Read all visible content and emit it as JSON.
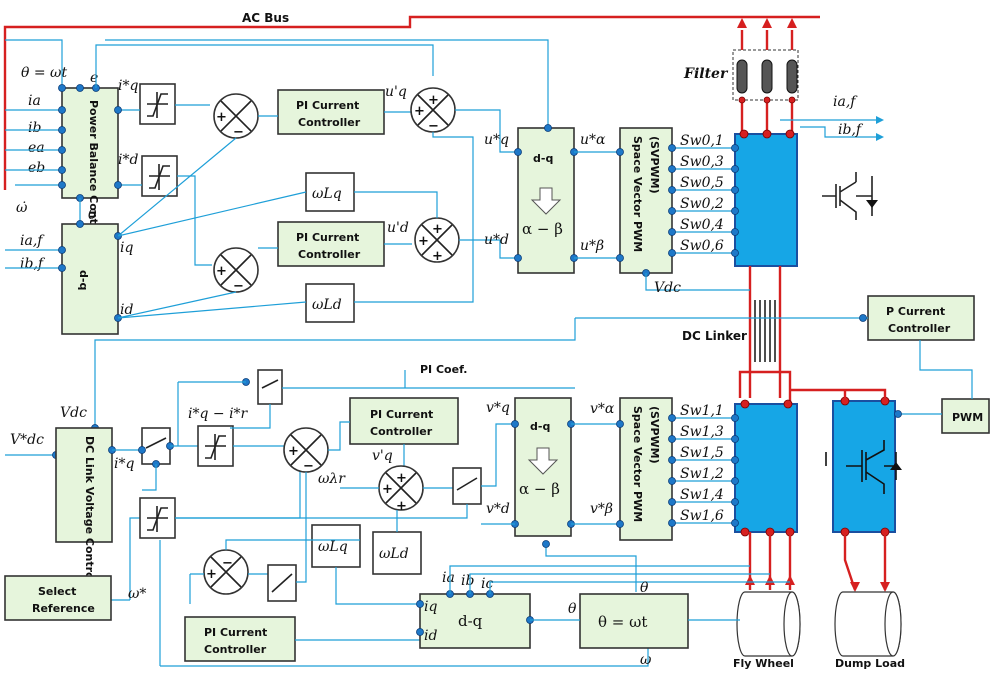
{
  "bus": {
    "ac_bus": "AC Bus",
    "dc_linker": "DC Linker",
    "filter": "Filter"
  },
  "blocks": {
    "power_balance": "Power Balance Controller",
    "dq_upper": "d-q",
    "pi1": [
      "PI Current",
      "Controller"
    ],
    "pi2": [
      "PI Current",
      "Controller"
    ],
    "pi3": [
      "PI Current",
      "Controller"
    ],
    "pi4": [
      "PI Current",
      "Controller"
    ],
    "p_current": [
      "P Current",
      "Controller"
    ],
    "dq_ab": "d-q",
    "alpha_beta": "α − β",
    "svpwm": [
      "Space Vector PWM",
      "(SVPWM)"
    ],
    "dc_link_voltage": "DC Link Voltage Controler",
    "select_reference": [
      "Select",
      "Reference"
    ],
    "pwm": "PWM",
    "pi_coef": "PI Coef.",
    "dq_lower": "d-q",
    "theta_wt": "θ = ωt",
    "wlq": "ωLq",
    "wld": "ωLd",
    "wlambda": "ωλr"
  },
  "labels": {
    "theta_eq": "θ = ωt",
    "e": "e",
    "theta": "θ",
    "omega": "ω",
    "omega_dot": "ω̇",
    "vdc_label": "Vdc",
    "v_dc_star": "V*dc",
    "omega_star": "ω*",
    "fly_wheel": "Fly Wheel",
    "dump_load": "Dump Load",
    "i_af_out": "ia,f",
    "i_bf_out": "ib,f"
  },
  "inputs_upper": [
    "ia",
    "ib",
    "ea",
    "eb"
  ],
  "inputs_dq": [
    "ia,f",
    "ib,f"
  ],
  "signals_upper": [
    "i*q",
    "i*d",
    "u'q",
    "u'd",
    "u*q",
    "u*d",
    "u*α",
    "u*β",
    "iq",
    "id"
  ],
  "signals_lower": [
    "i*q",
    "i*q − i*r",
    "v'q",
    "v*q",
    "v*d",
    "v*α",
    "v*β",
    "ia",
    "ib",
    "ic",
    "iq",
    "id"
  ],
  "switches_upper": [
    "Sw0,1",
    "Sw0,3",
    "Sw0,5",
    "Sw0,2",
    "Sw0,4",
    "Sw0,6"
  ],
  "switches_lower": [
    "Sw1,1",
    "Sw1,3",
    "Sw1,5",
    "Sw1,2",
    "Sw1,4",
    "Sw1,6"
  ],
  "colors": {
    "ac_bus": "#d62020",
    "signal": "#1e9fd8",
    "block_fill": "#e6f5dc",
    "converter": "#16a6e6"
  }
}
